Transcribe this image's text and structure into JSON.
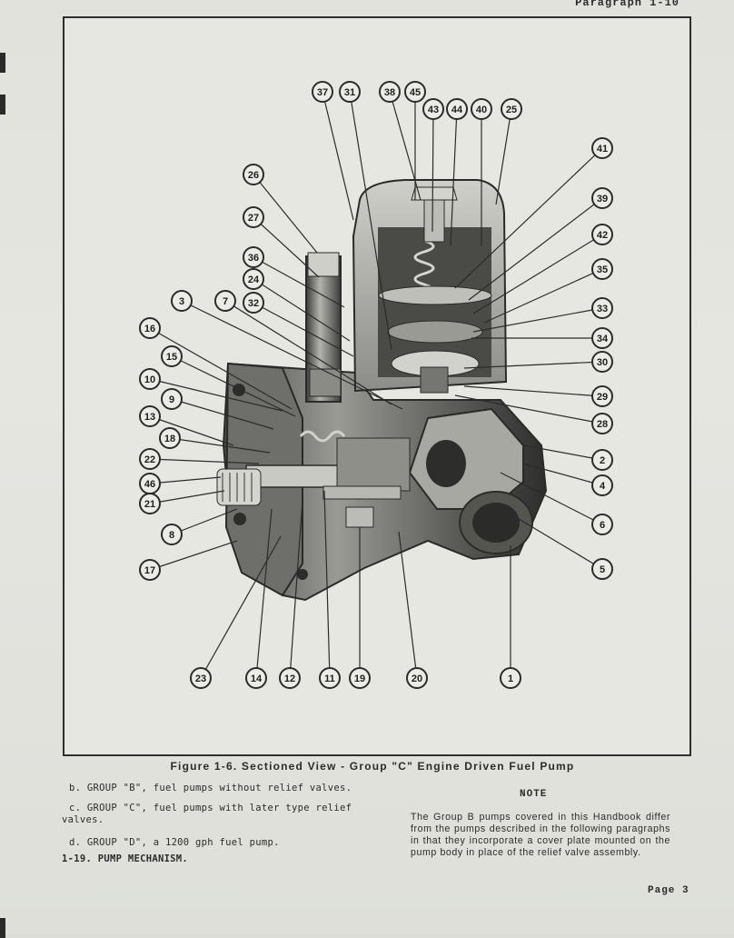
{
  "header": {
    "text": "Paragraph 1-10"
  },
  "figure": {
    "callouts": [
      "37",
      "31",
      "38",
      "45",
      "43",
      "44",
      "40",
      "25",
      "41",
      "39",
      "42",
      "35",
      "33",
      "34",
      "30",
      "29",
      "28",
      "2",
      "4",
      "6",
      "5",
      "1",
      "20",
      "19",
      "11",
      "12",
      "14",
      "23",
      "17",
      "8",
      "21",
      "46",
      "22",
      "18",
      "13",
      "9",
      "10",
      "15",
      "16",
      "3",
      "7",
      "32",
      "24",
      "36",
      "27",
      "26"
    ],
    "caption": "Figure 1-6.  Sectioned View - Group \"C\" Engine Driven Fuel Pump"
  },
  "left_column": {
    "item_b": "b.  GROUP \"B\", fuel pumps without relief valves.",
    "item_c_line1": "c.  GROUP \"C\", fuel pumps with later type relief",
    "item_c_line2": "valves.",
    "item_d": "d.  GROUP \"D\", a 1200 gph fuel pump.",
    "section_heading": "1-19.  PUMP MECHANISM."
  },
  "note": {
    "title": "NOTE",
    "body": "The Group B pumps covered in this Handbook differ from the pumps described in the following paragraphs in that they incorporate a cover plate mounted on the pump body in place of the relief valve assembly."
  },
  "footer": {
    "page_number": "Page 3"
  },
  "colors": {
    "paper": "#e4e4df",
    "ink": "#2b2b2b",
    "metal_dark": "#3a3a3a",
    "metal_mid": "#8a8a86",
    "metal_light": "#c8c8c2"
  }
}
